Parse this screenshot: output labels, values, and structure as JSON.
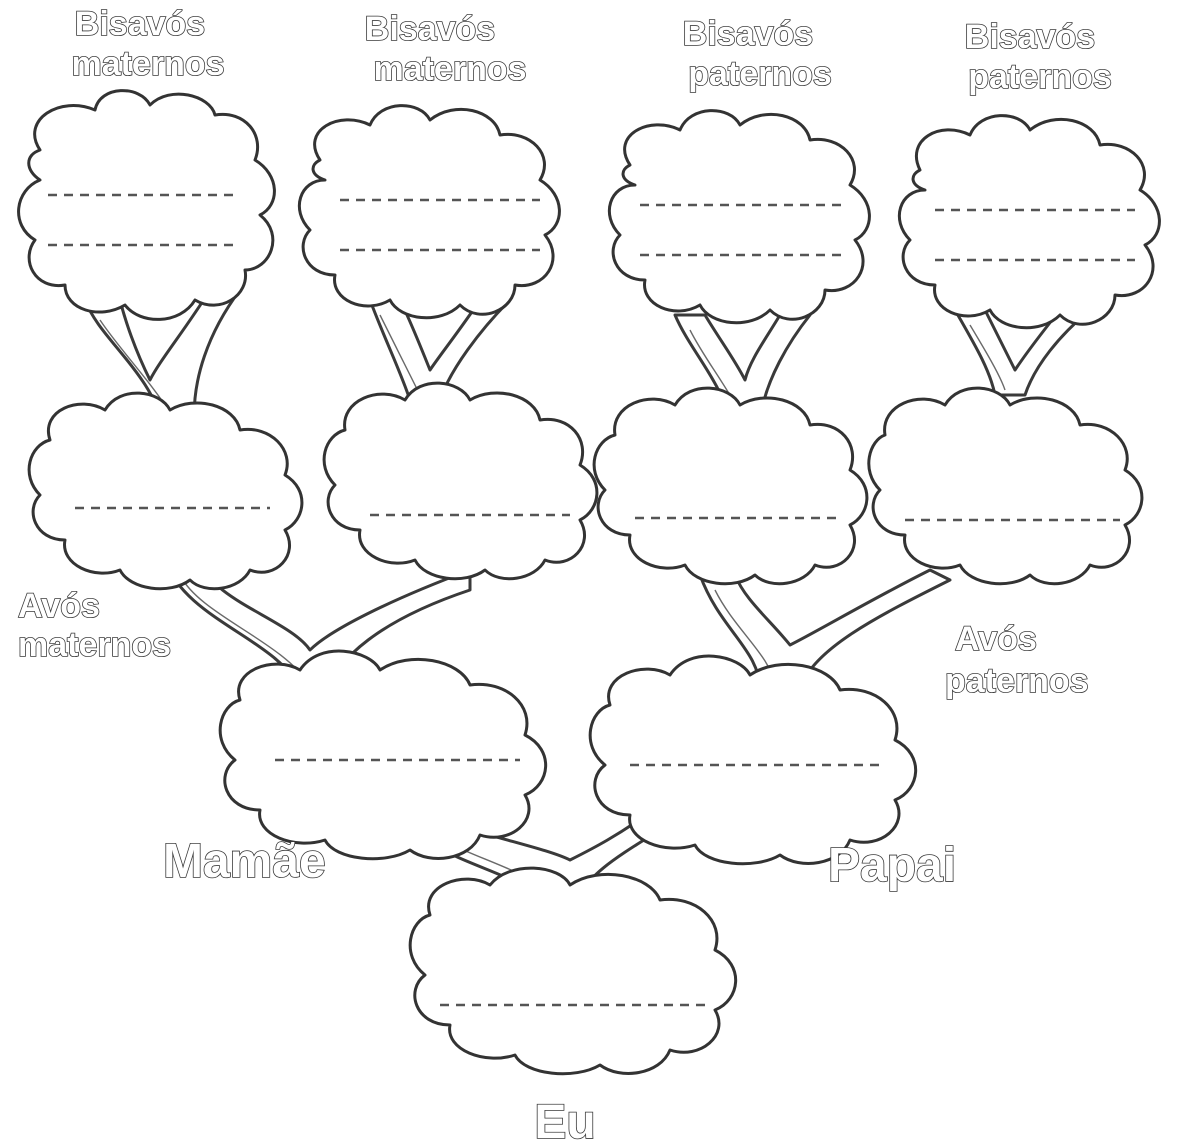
{
  "labels": {
    "bisavos_maternos_1": [
      "Bisavós",
      "maternos"
    ],
    "bisavos_maternos_2": [
      "Bisavós",
      "maternos"
    ],
    "bisavos_paternos_1": [
      "Bisavós",
      "paternos"
    ],
    "bisavos_paternos_2": [
      "Bisavós",
      "paternos"
    ],
    "avos_maternos": [
      "Avós",
      "maternos"
    ],
    "avos_paternos": [
      "Avós",
      "paternos"
    ],
    "mamae": "Mamãe",
    "papai": "Papai",
    "eu": "Eu"
  },
  "colors": {
    "outline": "#333333",
    "label_fill": "#ffffff",
    "label_stroke": "#3a3a3a",
    "background": "#ffffff"
  }
}
